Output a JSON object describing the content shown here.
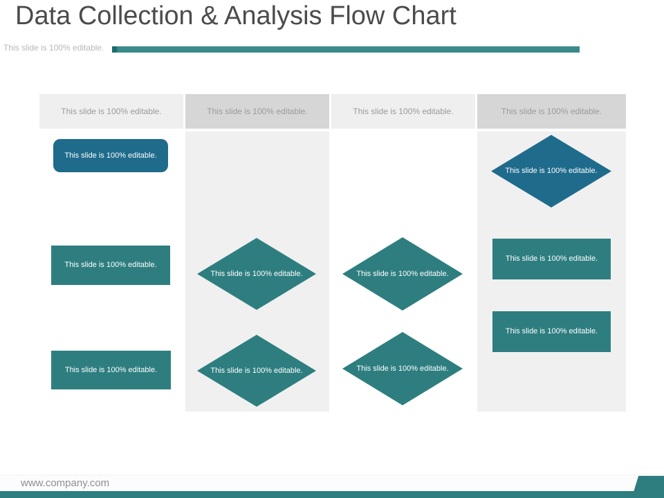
{
  "slide": {
    "title": "Data Collection & Analysis Flow Chart",
    "editable_note": "This slide is 100% editable.",
    "footer_url": "www.company.com"
  },
  "colors": {
    "node_teal": "#2e7e80",
    "node_blue": "#1f6b8c",
    "title_underline_bar": "#3a898b",
    "title_underline_bar_cap": "#1d6b6d",
    "bottom_bar": "#2e7e80",
    "column_header_light": "#efefef",
    "column_header_dark": "#d6d6d6",
    "column_body_gray": "#f0f0f0",
    "title_text": "#4b4b4b",
    "note_text": "#b7b7b7",
    "column_header_text": "#9a9a9a",
    "footer_text": "#8e8e8e",
    "node_text": "#ffffff"
  },
  "columns": [
    {
      "header": "This slide is 100% editable.",
      "shade": "light",
      "body_shade": "white"
    },
    {
      "header": "This slide is 100% editable.",
      "shade": "dark",
      "body_shade": "gray"
    },
    {
      "header": "This slide is 100% editable.",
      "shade": "light",
      "body_shade": "white"
    },
    {
      "header": "This slide is 100% editable.",
      "shade": "dark",
      "body_shade": "gray"
    }
  ],
  "nodes": [
    {
      "label": "This slide is 100% editable.",
      "shape": "rounded-rectangle",
      "color": "blue",
      "column": 1
    },
    {
      "label": "This slide is 100% editable.",
      "shape": "rectangle",
      "color": "teal",
      "column": 1
    },
    {
      "label": "This slide is 100% editable.",
      "shape": "rectangle",
      "color": "teal",
      "column": 1
    },
    {
      "label": "This slide is 100% editable.",
      "shape": "diamond",
      "color": "teal",
      "column": 2
    },
    {
      "label": "This slide is 100% editable.",
      "shape": "diamond",
      "color": "teal",
      "column": 2
    },
    {
      "label": "This slide is 100% editable.",
      "shape": "diamond",
      "color": "teal",
      "column": 3
    },
    {
      "label": "This slide is 100% editable.",
      "shape": "diamond",
      "color": "teal",
      "column": 3
    },
    {
      "label": "This slide is 100% editable.",
      "shape": "diamond",
      "color": "blue",
      "column": 4
    },
    {
      "label": "This slide is 100% editable.",
      "shape": "rectangle",
      "color": "teal",
      "column": 4
    },
    {
      "label": "This slide is 100% editable.",
      "shape": "rectangle",
      "color": "teal",
      "column": 4
    }
  ]
}
